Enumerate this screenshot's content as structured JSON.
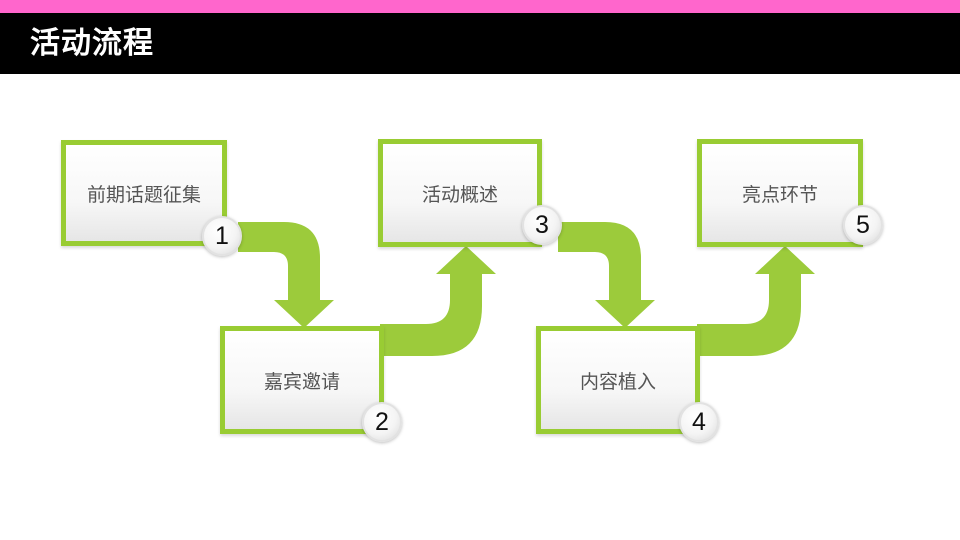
{
  "header": {
    "title": "活动流程"
  },
  "colors": {
    "accent_bar": "#ff66cc",
    "title_bar": "#000000",
    "flow_green": "#99cc33"
  },
  "steps": [
    {
      "label": "前期话题征集",
      "number": "1"
    },
    {
      "label": "嘉宾邀请",
      "number": "2"
    },
    {
      "label": "活动概述",
      "number": "3"
    },
    {
      "label": "内容植入",
      "number": "4"
    },
    {
      "label": "亮点环节",
      "number": "5"
    }
  ]
}
